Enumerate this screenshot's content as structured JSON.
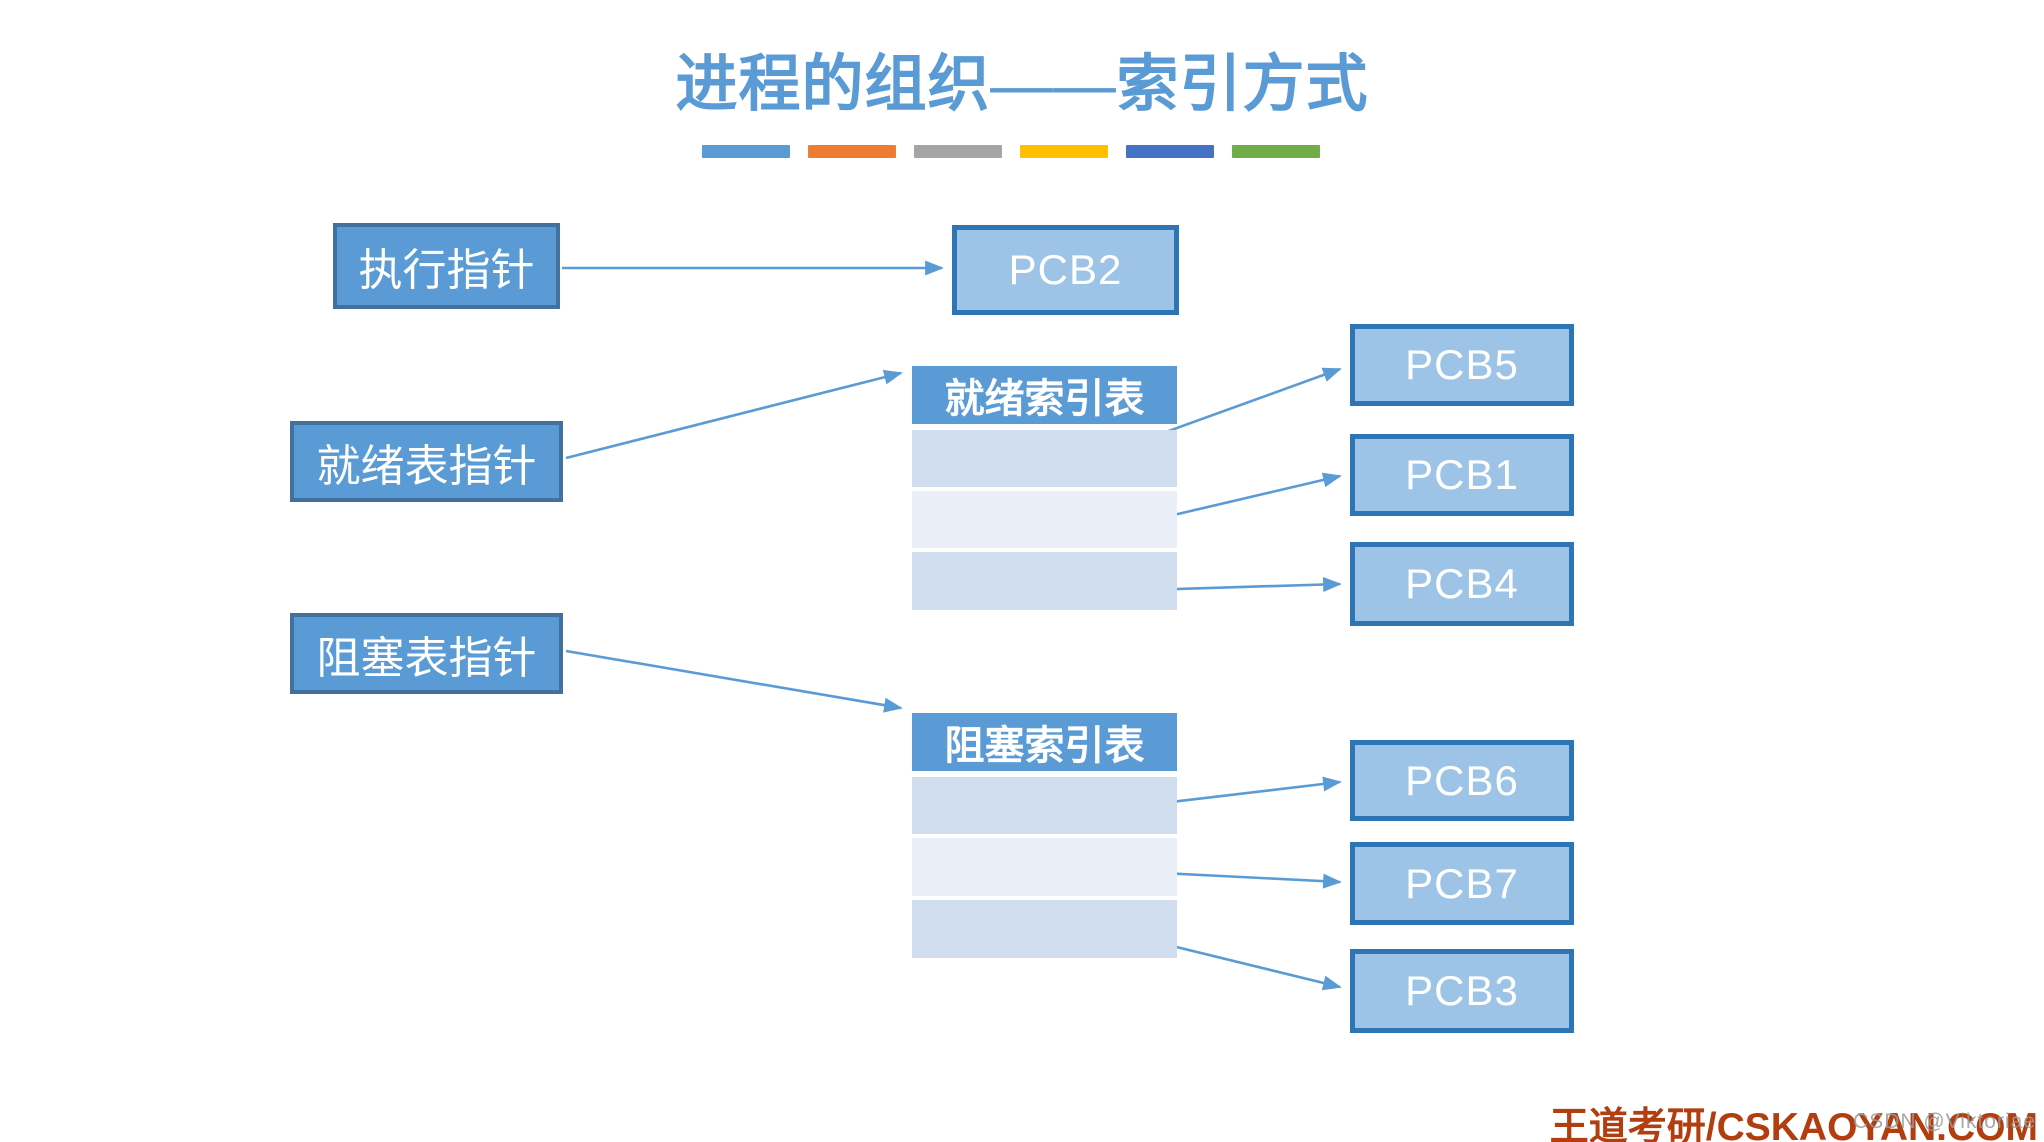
{
  "title": {
    "text": "进程的组织——索引方式",
    "color": "#5B9BD5"
  },
  "accent_bars": [
    {
      "name": "blue",
      "color": "#5B9BD5"
    },
    {
      "name": "orange",
      "color": "#ED7D31"
    },
    {
      "name": "gray",
      "color": "#A5A5A5"
    },
    {
      "name": "yellow",
      "color": "#FFC000"
    },
    {
      "name": "dark-blue",
      "color": "#4472C4"
    },
    {
      "name": "green",
      "color": "#70AD47"
    }
  ],
  "pointers": {
    "exec": {
      "label": "执行指针"
    },
    "ready": {
      "label": "就绪表指针"
    },
    "blocked": {
      "label": "阻塞表指针"
    }
  },
  "tables": {
    "ready": {
      "title": "就绪索引表",
      "row_count": 3
    },
    "blocked": {
      "title": "阻塞索引表",
      "row_count": 3
    }
  },
  "pcbs": {
    "pcb2": {
      "label": "PCB2"
    },
    "pcb5": {
      "label": "PCB5"
    },
    "pcb1": {
      "label": "PCB1"
    },
    "pcb4": {
      "label": "PCB4"
    },
    "pcb6": {
      "label": "PCB6"
    },
    "pcb7": {
      "label": "PCB7"
    },
    "pcb3": {
      "label": "PCB3"
    }
  },
  "footer": {
    "brand": "王道考研/CSKAOYAN.COM",
    "watermark": "CSDN @Viktoriae"
  },
  "colors": {
    "page_bg": "#FFFFFF",
    "title_color": "#5B9BD5",
    "box_fill": "#5B9BD5",
    "box_border": "#41719C",
    "pcb_fill": "#9DC3E6",
    "pcb_border": "#2E75B6",
    "table_header_fill": "#5B9BD5",
    "row_dark": "#CFDDEE",
    "row_light": "#E9EEF7",
    "arrow": "#5B9BD5",
    "brand_red": "#B23D0E",
    "watermark_gray": "#9B9B9B"
  }
}
